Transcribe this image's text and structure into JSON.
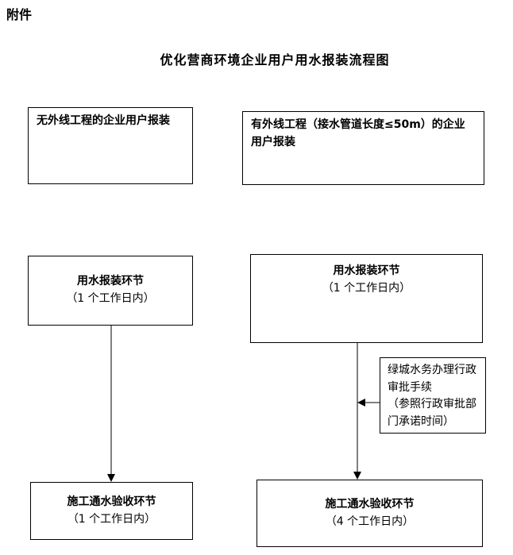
{
  "colors": {
    "ink": "#000000",
    "paper": "#ffffff"
  },
  "header": {
    "attachment_label": "附件",
    "title": "优化营商环境企业用户用水报装流程图"
  },
  "flowchart": {
    "left_column": {
      "start_label": "无外线工程的企业用户报装",
      "step1_title": "用水报装环节",
      "step1_duration": "（1 个工作日内）",
      "step2_title": "施工通水验收环节",
      "step2_duration": "（1 个工作日内）"
    },
    "right_column": {
      "start_label": "有外线工程（接水管道长度≤50m）的企业用户报装",
      "step1_title": "用水报装环节",
      "step1_duration": "（1 个工作日内）",
      "side_note_line1": "绿城水务办理行政审批手续",
      "side_note_line2": "（参照行政审批部门承诺时间）",
      "step2_title": "施工通水验收环节",
      "step2_duration": "（4 个工作日内）"
    }
  }
}
